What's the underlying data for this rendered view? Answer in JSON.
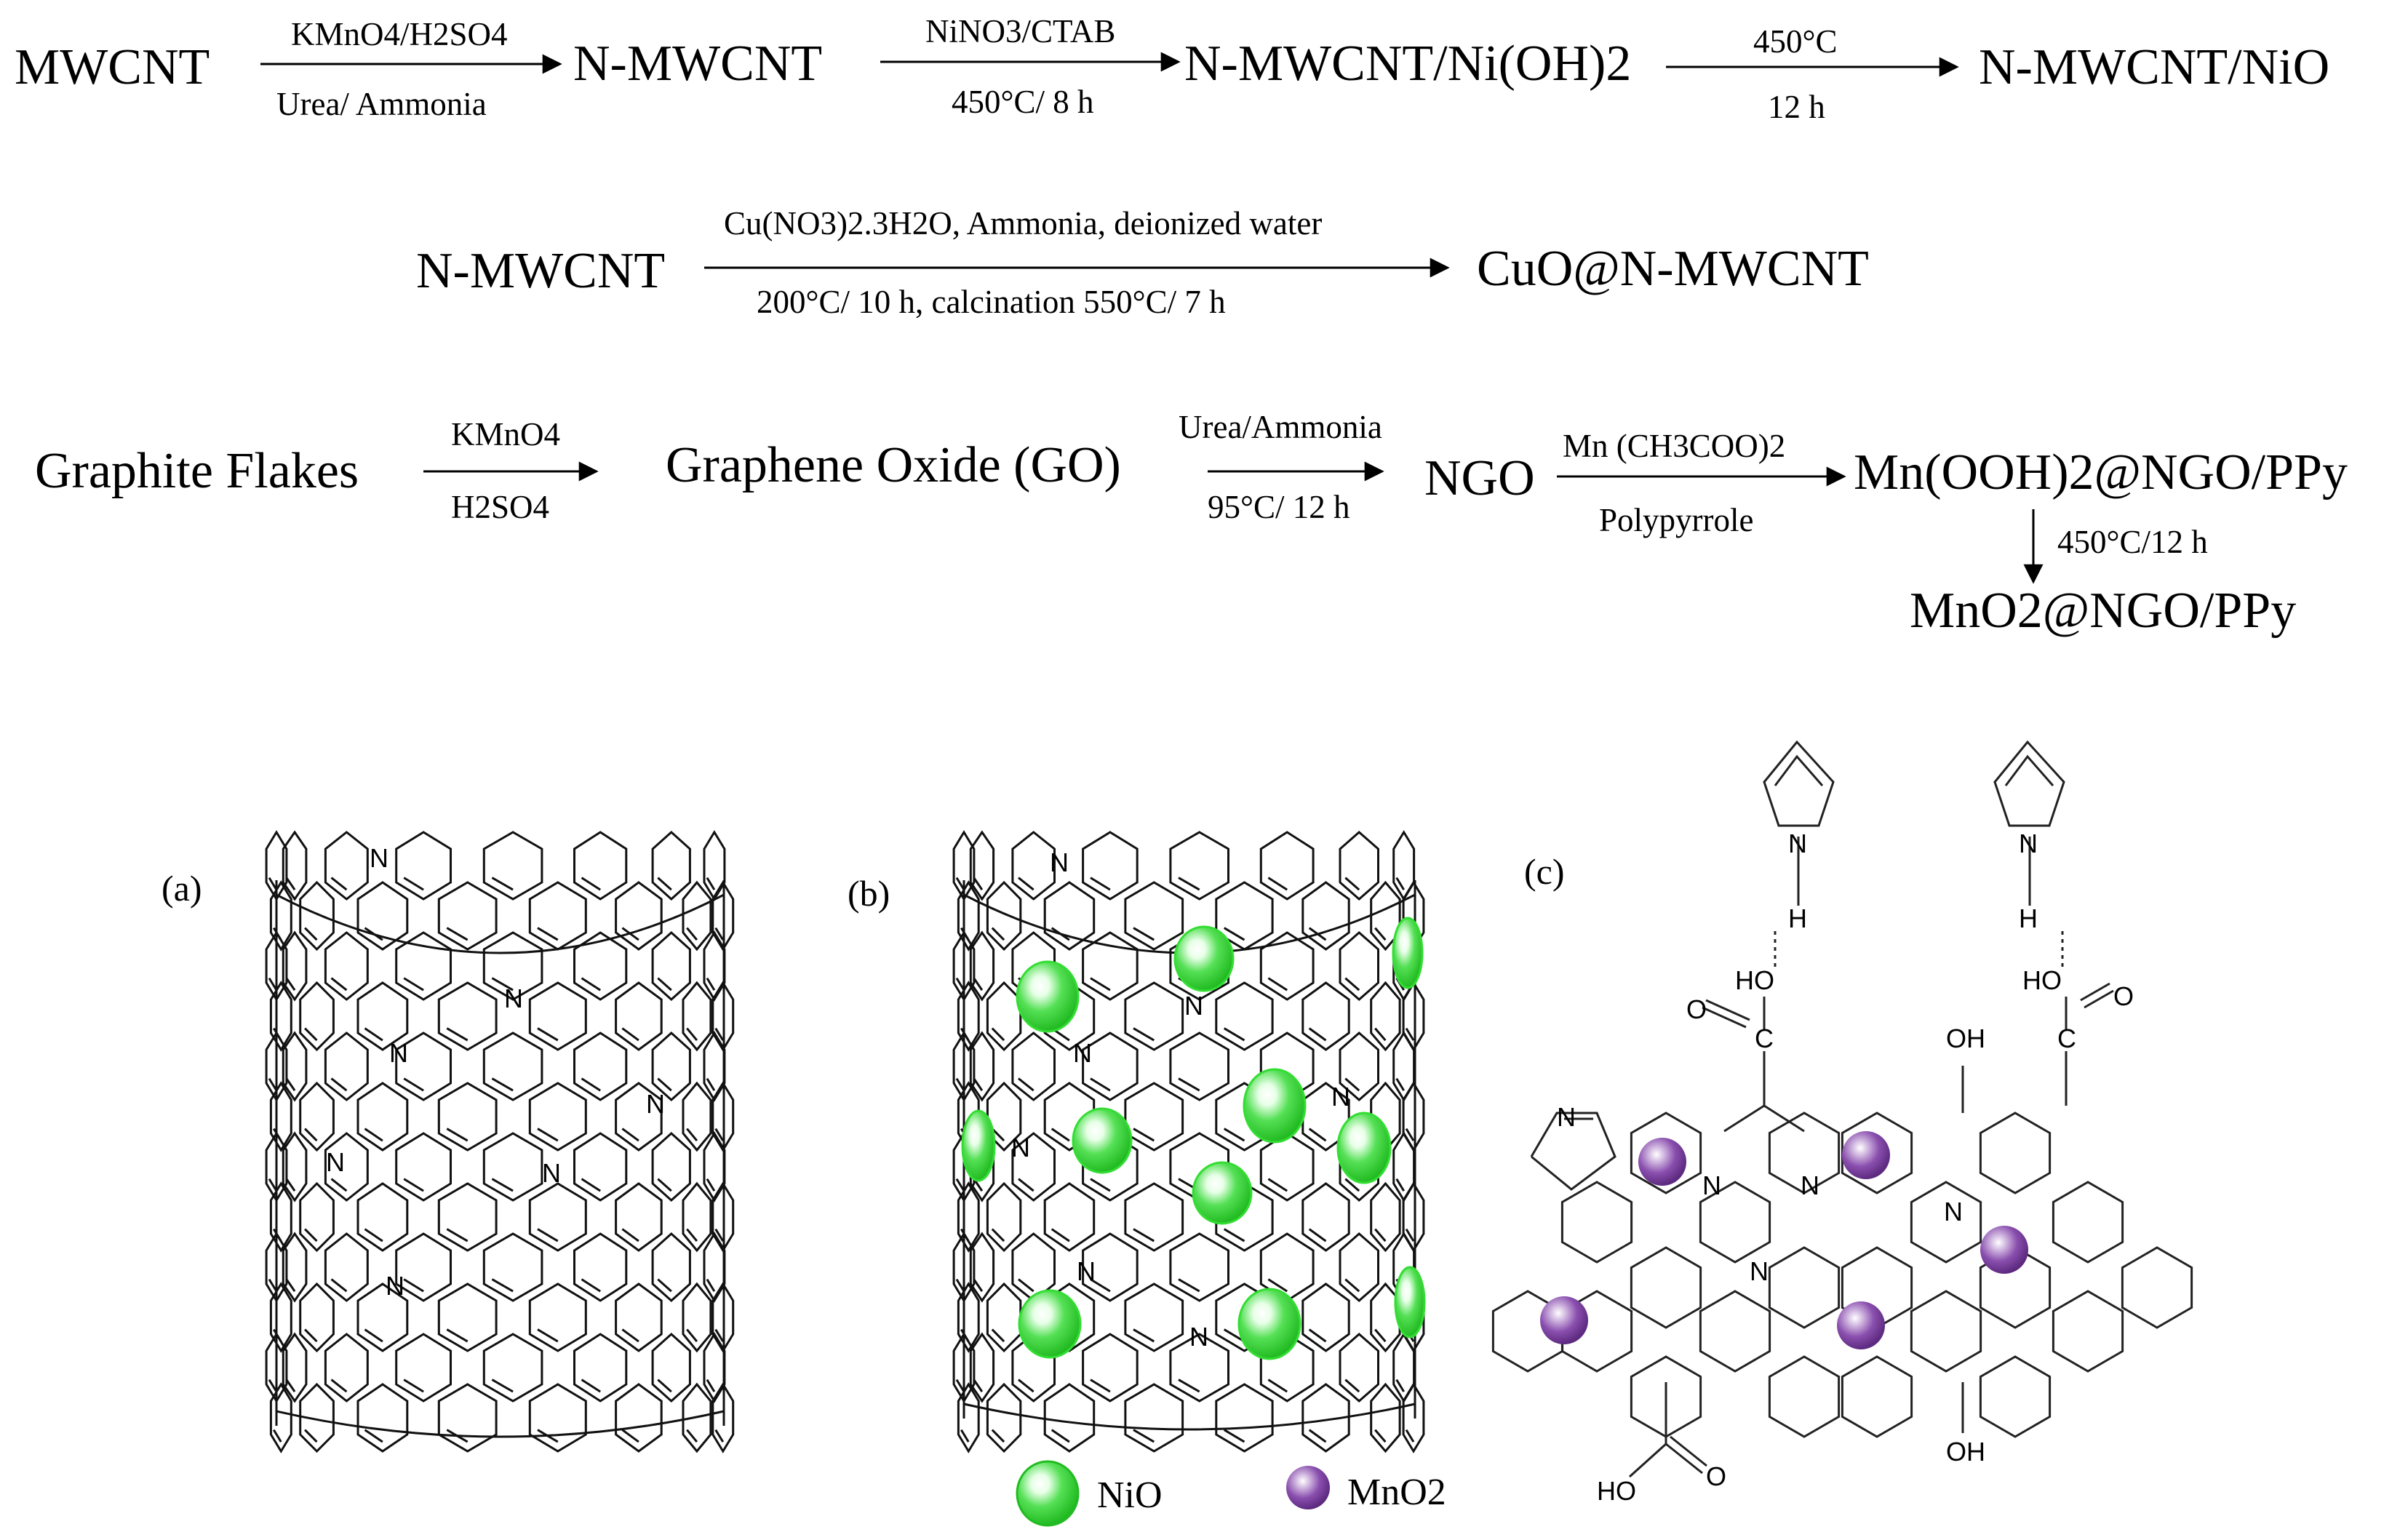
{
  "reactions": {
    "row1": {
      "start": "MWCNT",
      "step1_top": "KMnO4/H2SO4",
      "step1_bottom": "Urea/ Ammonia",
      "p1": "N-MWCNT",
      "step2_top": "NiNO3/CTAB",
      "step2_bottom": "450°C/ 8 h",
      "p2": "N-MWCNT/Ni(OH)2",
      "step3_top": "450°C",
      "step3_bottom": "12 h",
      "p3": "N-MWCNT/NiO"
    },
    "row2": {
      "start": "N-MWCNT",
      "top": "Cu(NO3)2.3H2O, Ammonia, deionized water",
      "bottom": "200°C/ 10 h, calcination 550°C/ 7 h",
      "product": "CuO@N-MWCNT"
    },
    "row3": {
      "start": "Graphite Flakes",
      "s1_top": "KMnO4",
      "s1_bottom": "H2SO4",
      "p1": "Graphene Oxide (GO)",
      "s2_top": "Urea/Ammonia",
      "s2_bottom": "95°C/ 12 h",
      "p2": "NGO",
      "s3_top": "Mn (CH3COO)2",
      "s3_bottom": "Polypyrrole",
      "p3": "Mn(OOH)2@NGO/PPy",
      "s4": "450°C/12 h",
      "p4": "MnO2@NGO/PPy"
    }
  },
  "panels": {
    "a": "(a)",
    "b": "(b)",
    "c": "(c)"
  },
  "atoms": {
    "N": "N",
    "H": "H",
    "O": "O",
    "C": "C",
    "OH": "OH",
    "HO": "HO"
  },
  "legend": {
    "nio": "NiO",
    "mno2": "MnO2"
  },
  "colors": {
    "nio": "#33dd33",
    "mno2": "#7a3f9a"
  }
}
